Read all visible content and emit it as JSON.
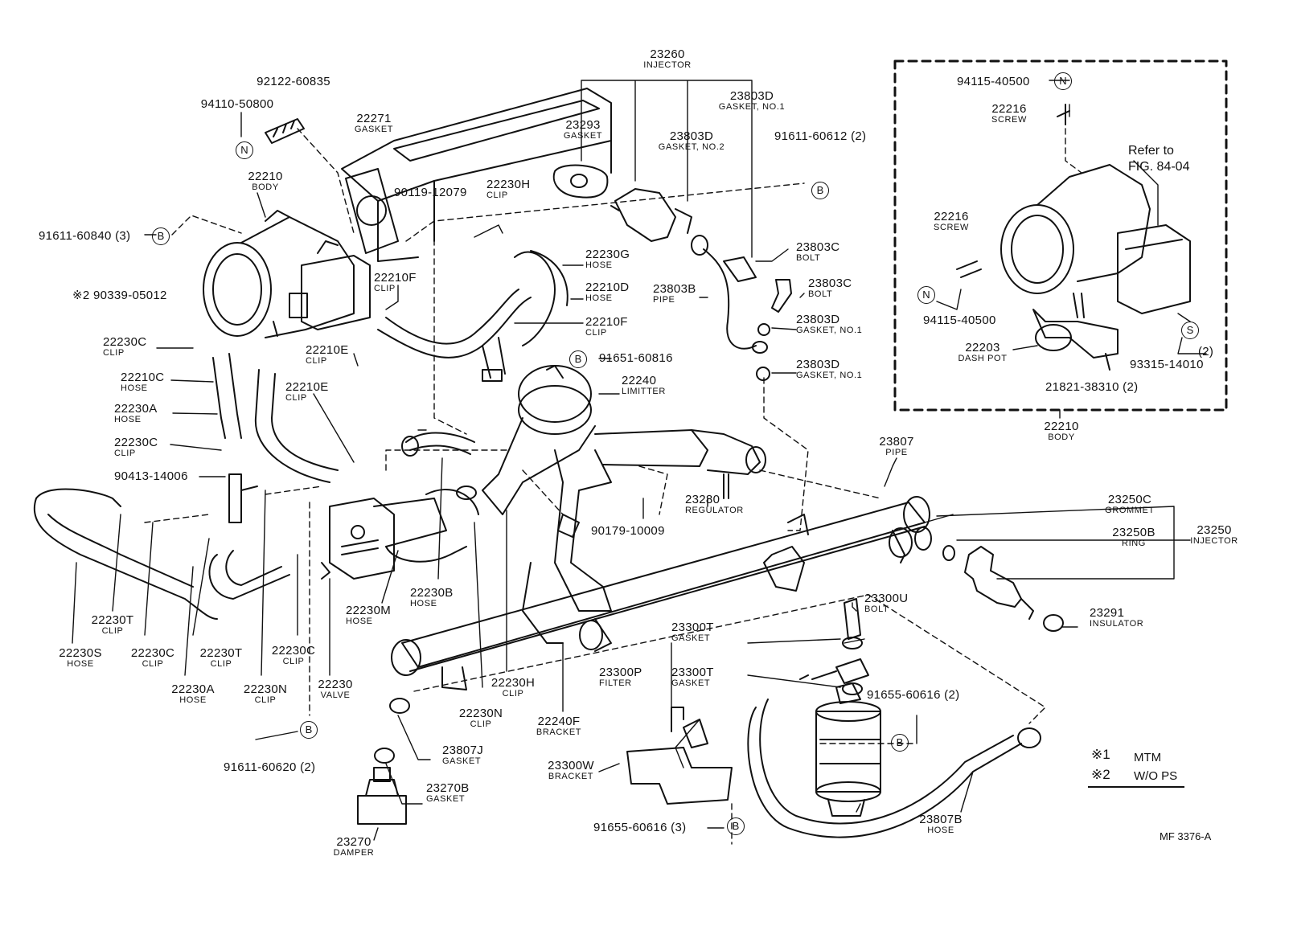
{
  "labels": {
    "p23260": {
      "num": "23260",
      "desc": "INJECTOR"
    },
    "p92122": {
      "num": "92122-60835"
    },
    "p94110": {
      "num": "94110-50800"
    },
    "p22271": {
      "num": "22271",
      "desc": "GASKET"
    },
    "p23293": {
      "num": "23293",
      "desc": "GASKET"
    },
    "p23803D_top": {
      "num": "23803D",
      "desc": "GASKET, NO.1"
    },
    "p23803D_no2": {
      "num": "23803D",
      "desc": "GASKET, NO.2"
    },
    "p91611_612": {
      "num": "91611-60612 (2)"
    },
    "p22210_body": {
      "num": "22210",
      "desc": "BODY"
    },
    "p90119": {
      "num": "90119-12079"
    },
    "p22230H_top": {
      "num": "22230H",
      "desc": "CLIP"
    },
    "p91611_840": {
      "num": "91611-60840 (3)"
    },
    "p22230G": {
      "num": "22230G",
      "desc": "HOSE"
    },
    "p23803C_a": {
      "num": "23803C",
      "desc": "BOLT"
    },
    "p23803B": {
      "num": "23803B",
      "desc": "PIPE"
    },
    "p23803C_b": {
      "num": "23803C",
      "desc": "BOLT"
    },
    "p22210F_a": {
      "num": "22210F",
      "desc": "CLIP"
    },
    "p22210D": {
      "num": "22210D",
      "desc": "HOSE"
    },
    "p90339": {
      "num": "※2 90339-05012"
    },
    "p23803D_c": {
      "num": "23803D",
      "desc": "GASKET, NO.1"
    },
    "p22210F_b": {
      "num": "22210F",
      "desc": "CLIP"
    },
    "p22230C_a": {
      "num": "22230C",
      "desc": "CLIP"
    },
    "p22210E_a": {
      "num": "22210E",
      "desc": "CLIP"
    },
    "p91651": {
      "num": "91651-60816"
    },
    "p23803D_d": {
      "num": "23803D",
      "desc": "GASKET, NO.1"
    },
    "p22210C": {
      "num": "22210C",
      "desc": "HOSE"
    },
    "p22240": {
      "num": "22240",
      "desc": "LIMITTER"
    },
    "p22210E_b": {
      "num": "22210E",
      "desc": "CLIP"
    },
    "p22230A_a": {
      "num": "22230A",
      "desc": "HOSE"
    },
    "p22230C_b": {
      "num": "22230C",
      "desc": "CLIP"
    },
    "p90413": {
      "num": "90413-14006"
    },
    "p23807": {
      "num": "23807",
      "desc": "PIPE"
    },
    "p23280": {
      "num": "23280",
      "desc": "REGULATOR"
    },
    "p90179": {
      "num": "90179-10009"
    },
    "p23250C": {
      "num": "23250C",
      "desc": "GROMMET"
    },
    "p23250B": {
      "num": "23250B",
      "desc": "RING"
    },
    "p23250": {
      "num": "23250",
      "desc": "INJECTOR"
    },
    "p22230B": {
      "num": "22230B",
      "desc": "HOSE"
    },
    "p22230M": {
      "num": "22230M",
      "desc": "HOSE"
    },
    "p23300U": {
      "num": "23300U",
      "desc": "BOLT"
    },
    "p23291": {
      "num": "23291",
      "desc": "INSULATOR"
    },
    "p22230T_a": {
      "num": "22230T",
      "desc": "CLIP"
    },
    "p22230S": {
      "num": "22230S",
      "desc": "HOSE"
    },
    "p22230C_c": {
      "num": "22230C",
      "desc": "CLIP"
    },
    "p22230T_b": {
      "num": "22230T",
      "desc": "CLIP"
    },
    "p22230C_d": {
      "num": "22230C",
      "desc": "CLIP"
    },
    "p23300T_a": {
      "num": "23300T",
      "desc": "GASKET"
    },
    "p23300P": {
      "num": "23300P",
      "desc": "FILTER"
    },
    "p23300T_b": {
      "num": "23300T",
      "desc": "GASKET"
    },
    "p22230A_b": {
      "num": "22230A",
      "desc": "HOSE"
    },
    "p22230N_a": {
      "num": "22230N",
      "desc": "CLIP"
    },
    "p22230": {
      "num": "22230",
      "desc": "VALVE"
    },
    "p22230H_b": {
      "num": "22230H",
      "desc": "CLIP"
    },
    "p91655_2": {
      "num": "91655-60616 (2)"
    },
    "p22230N_b": {
      "num": "22230N",
      "desc": "CLIP"
    },
    "p22240F": {
      "num": "22240F",
      "desc": "BRACKET"
    },
    "p91611_620": {
      "num": "91611-60620 (2)"
    },
    "p23807J": {
      "num": "23807J",
      "desc": "GASKET"
    },
    "p23300W": {
      "num": "23300W",
      "desc": "BRACKET"
    },
    "p23270B": {
      "num": "23270B",
      "desc": "GASKET"
    },
    "p23270": {
      "num": "23270",
      "desc": "DAMPER"
    },
    "p91655_3": {
      "num": "91655-60616 (3)"
    },
    "p23807B": {
      "num": "23807B",
      "desc": "HOSE"
    },
    "i94115_top": {
      "num": "94115-40500"
    },
    "i22216_top": {
      "num": "22216",
      "desc": "SCREW"
    },
    "i22216_mid": {
      "num": "22216",
      "desc": "SCREW"
    },
    "i94115_bot": {
      "num": "94115-40500"
    },
    "i22203": {
      "num": "22203",
      "desc": "DASH POT"
    },
    "i93315": {
      "num": "93315-14010"
    },
    "i93315_qty": {
      "num": "(2)"
    },
    "i21821": {
      "num": "21821-38310 (2)"
    },
    "i22210": {
      "num": "22210",
      "desc": "BODY"
    }
  },
  "refer": {
    "line1": "Refer to",
    "line2": "FIG. 84-04"
  },
  "symbols": {
    "b": "B",
    "n": "N",
    "s": "S"
  },
  "notes": {
    "n1_mark": "※1",
    "n1_text": "MTM",
    "n2_mark": "※2",
    "n2_text": "W/O PS"
  },
  "figure_code": "MF 3376-A"
}
